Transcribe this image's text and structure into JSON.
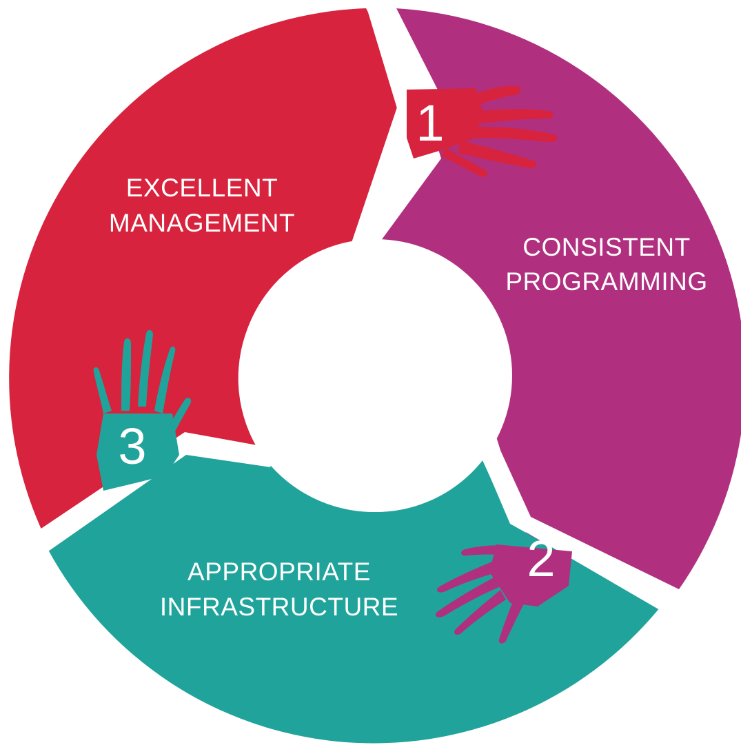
{
  "colors": {
    "red": "#D7233D",
    "purple": "#B0307F",
    "teal": "#20A39B",
    "background": "#FFFFFF",
    "text": "#FFFFFF"
  },
  "segments": [
    {
      "id": "excellent-management",
      "color": "red",
      "label_line1": "EXCELLENT",
      "label_line2": "MANAGEMENT",
      "hand_icon": "red-hand-icon",
      "hand_color": "red"
    },
    {
      "id": "consistent-programming",
      "color": "purple",
      "label_line1": "CONSISTENT",
      "label_line2": "PROGRAMMING",
      "hand_icon": "purple-hand-icon",
      "hand_color": "purple"
    },
    {
      "id": "appropriate-infrastructure",
      "color": "teal",
      "label_line1": "APPROPRIATE",
      "label_line2": "INFRASTRUCTURE",
      "hand_icon": "teal-hand-icon",
      "hand_color": "teal"
    }
  ],
  "steps": [
    {
      "number": "1",
      "hand_color": "red"
    },
    {
      "number": "2",
      "hand_color": "purple"
    },
    {
      "number": "3",
      "hand_color": "teal"
    }
  ]
}
